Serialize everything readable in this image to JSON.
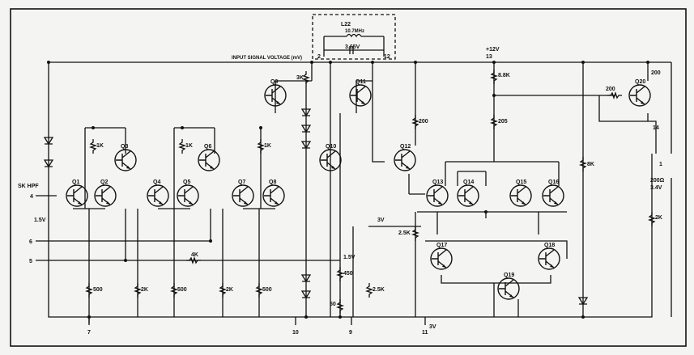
{
  "labels": {
    "l22": "L22",
    "freq": "10.7MHz",
    "v365": "3.65V",
    "input_signal": "INPUT SIGNAL VOLTAGE (mV)",
    "pin2": "2",
    "pin12": "12",
    "plus12v": "+12V",
    "pin13": "13",
    "r_8_8k": "8.8K",
    "r_205": "205",
    "r_200_top": "200",
    "r_200_mid": "200",
    "r_200_q20": "200",
    "pin14": "14",
    "pin1": "1",
    "load": "200Ω",
    "v34": "3.4V",
    "r_8k": "8K",
    "r_3k": "3K",
    "r_1k_a": "1K",
    "r_1k_b": "1K",
    "r_1k_c": "1K",
    "r_25k": "2.5K",
    "v3_mid": "3V",
    "sk_hpf": "SK HPF",
    "pin4": "4",
    "v15_left": "1.5V",
    "pin6": "6",
    "pin5": "5",
    "r_4k": "4K",
    "v15_mid": "1.5V",
    "r_450": "450",
    "r_50": "50",
    "r_500_a": "500",
    "r_2k_a": "2K",
    "r_500_b": "500",
    "r_2k_b": "2K",
    "r_500_c": "500",
    "r_25k_b": "2.5K",
    "r_2k_right": "2K",
    "pin7": "7",
    "pin10": "10",
    "pin9": "9",
    "pin11": "11",
    "v3_bot": "3V"
  },
  "transistors": [
    "Q1",
    "Q2",
    "Q3",
    "Q4",
    "Q5",
    "Q6",
    "Q7",
    "Q8",
    "Q9",
    "Q10",
    "Q11",
    "Q12",
    "Q13",
    "Q14",
    "Q15",
    "Q16",
    "Q17",
    "Q18",
    "Q19",
    "Q20"
  ]
}
